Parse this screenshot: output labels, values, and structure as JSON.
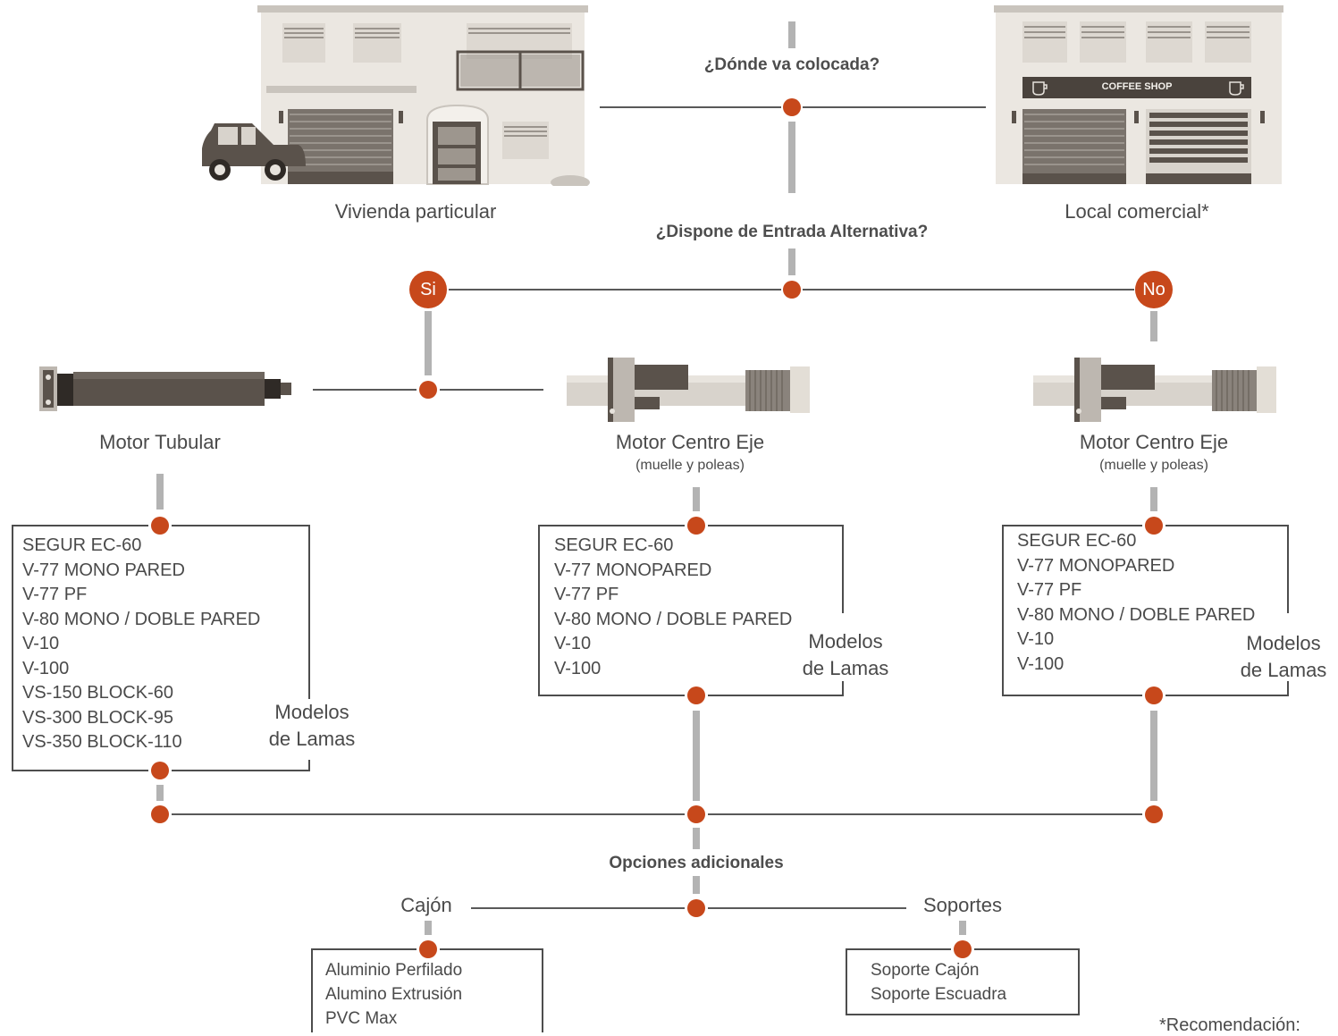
{
  "questions": {
    "location": "¿Dónde va colocada?",
    "alt_entrance": "¿Dispone de Entrada Alternativa?",
    "options": "Opciones adicionales"
  },
  "places": {
    "home": "Vivienda particular",
    "shop": "Local comercial*",
    "shop_sign": "COFFEE SHOP"
  },
  "answers": {
    "yes": "Si",
    "no": "No"
  },
  "motors": {
    "tubular": "Motor Tubular",
    "center_left": {
      "name": "Motor Centro Eje",
      "sub": "(muelle y poleas)"
    },
    "center_right": {
      "name": "Motor Centro Eje",
      "sub": "(muelle y poleas)"
    }
  },
  "models_label": {
    "line1": "Modelos",
    "line2": "de Lamas"
  },
  "model_lists": {
    "tubular": [
      "SEGUR EC-60",
      "V-77 MONO PARED",
      "V-77 PF",
      "V-80 MONO / DOBLE PARED",
      "V-10",
      "V-100",
      "VS-150 BLOCK-60",
      "VS-300 BLOCK-95",
      "VS-350 BLOCK-110"
    ],
    "center_left": [
      "SEGUR EC-60",
      "V-77 MONOPARED",
      "V-77 PF",
      "V-80 MONO / DOBLE PARED",
      "V-10",
      "V-100"
    ],
    "center_right": [
      "SEGUR EC-60",
      "V-77 MONOPARED",
      "V-77 PF",
      "V-80 MONO / DOBLE PARED",
      "V-10",
      "V-100"
    ]
  },
  "extras": {
    "cajon": {
      "title": "Cajón",
      "items": [
        "Aluminio Perfilado",
        "Alumino Extrusión",
        "PVC Max"
      ]
    },
    "soportes": {
      "title": "Soportes",
      "items": [
        "Soporte Cajón",
        "Soporte Escuadra"
      ]
    }
  },
  "footnote": "*Recomendación:",
  "colors": {
    "node": "#c7481b",
    "line": "#595959",
    "stem": "#b3b3b3",
    "box_border": "#4d4d4d",
    "building": "#ebe7e1",
    "dark": "#5a524b"
  }
}
